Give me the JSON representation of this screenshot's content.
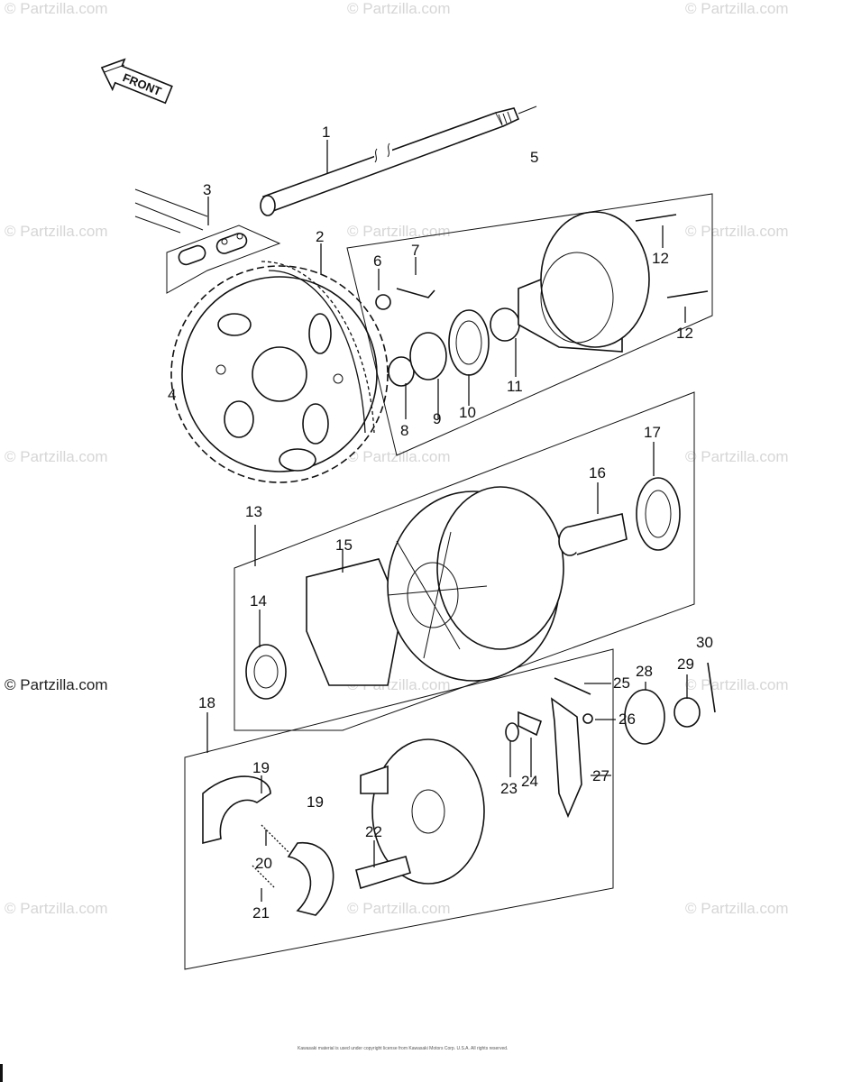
{
  "watermark": "© Partzilla.com",
  "front_label": "FRONT",
  "copyright": "Kawasaki material is used under copyright license from Kawasaki Motors Corp. U.S.A. All rights reserved.",
  "callouts": {
    "c1": "1",
    "c2": "2",
    "c3": "3",
    "c4": "4",
    "c5": "5",
    "c6": "6",
    "c7": "7",
    "c8": "8",
    "c9": "9",
    "c10": "10",
    "c11": "11",
    "c12a": "12",
    "c12b": "12",
    "c13": "13",
    "c14": "14",
    "c15": "15",
    "c16": "16",
    "c17": "17",
    "c18": "18",
    "c19a": "19",
    "c19b": "19",
    "c20": "20",
    "c21": "21",
    "c22": "22",
    "c23": "23",
    "c24": "24",
    "c25": "25",
    "c26": "26",
    "c27": "27",
    "c28": "28",
    "c29": "29",
    "c30": "30"
  }
}
